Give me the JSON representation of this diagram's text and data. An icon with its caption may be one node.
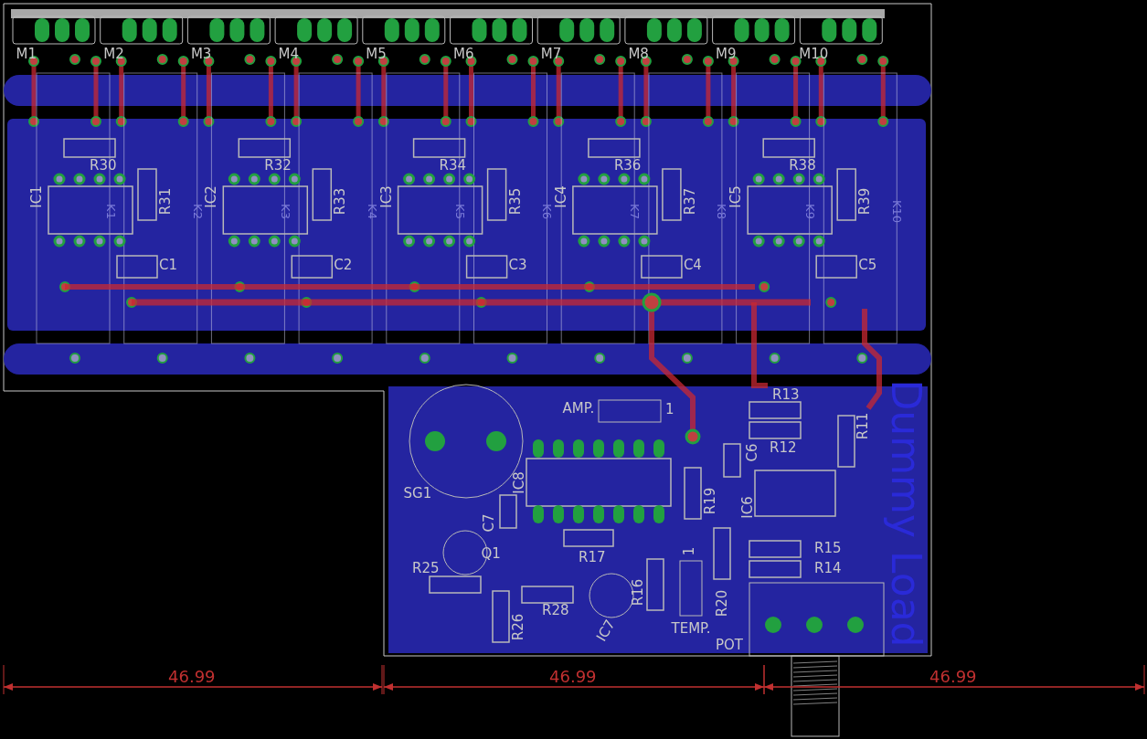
{
  "diagram": {
    "labels": [
      "M1",
      "M2",
      "M3",
      "M4",
      "M5",
      "M6",
      "M7",
      "M8",
      "M9",
      "M10",
      "R30",
      "IC1",
      "K1",
      "R31",
      "K2",
      "C1",
      "R32",
      "IC2",
      "K3",
      "R33",
      "K4",
      "C2",
      "R34",
      "IC3",
      "K5",
      "R35",
      "K6",
      "C3",
      "R36",
      "IC4",
      "K7",
      "R37",
      "K8",
      "C4",
      "R38",
      "IC5",
      "K9",
      "R39",
      "K10",
      "C5",
      "AMP.",
      "1",
      "R13",
      "Dummy Load",
      "R12",
      "C6",
      "R11",
      "SG1",
      "IC8",
      "R19",
      "IC6",
      "C7",
      "Q1",
      "R17",
      "1",
      "R15",
      "R25",
      "R16",
      "R14",
      "R28",
      "R26",
      "IC7",
      "R20",
      "TEMP.",
      "POT",
      "46.99",
      "46.99",
      "46.99"
    ]
  }
}
